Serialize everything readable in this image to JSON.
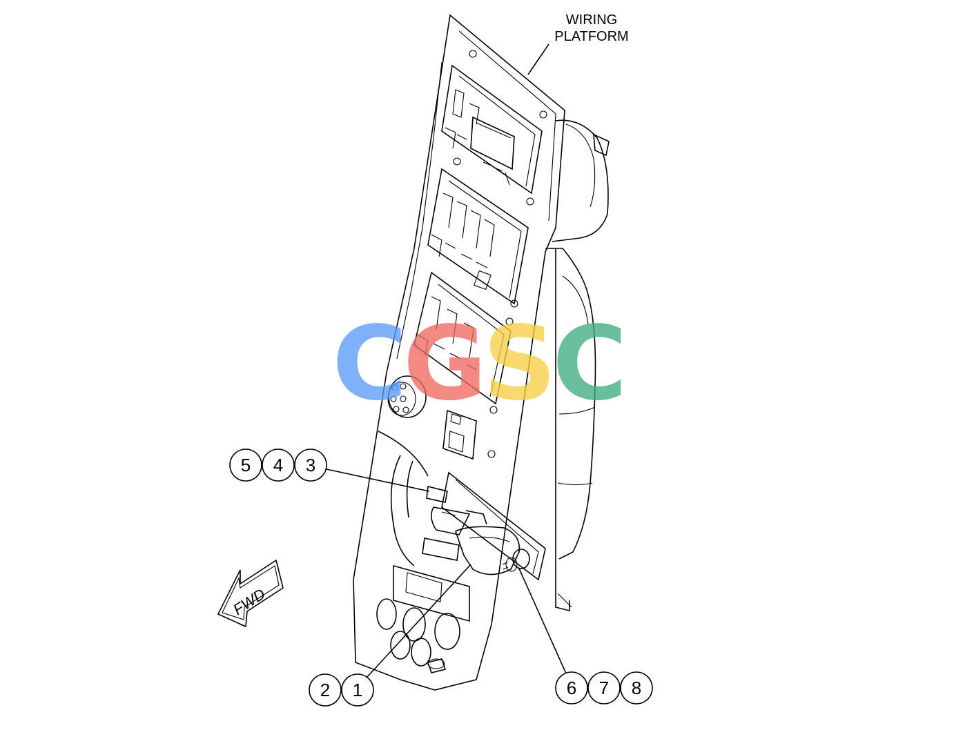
{
  "title_label": {
    "line1": "WIRING",
    "line2": "PLATFORM"
  },
  "direction_arrow": {
    "text": "FWD"
  },
  "callout_groups": [
    {
      "id": "upper-left",
      "numbers": [
        "5",
        "4",
        "3"
      ]
    },
    {
      "id": "lower-left",
      "numbers": [
        "2",
        "1"
      ]
    },
    {
      "id": "lower-right",
      "numbers": [
        "6",
        "7",
        "8"
      ]
    }
  ],
  "watermark": {
    "text": "CGSC",
    "colors": [
      "#5b9cf5",
      "#ee6a5f",
      "#f6cf45",
      "#3fae7d"
    ]
  },
  "colors": {
    "line": "#000000",
    "background": "#ffffff"
  }
}
